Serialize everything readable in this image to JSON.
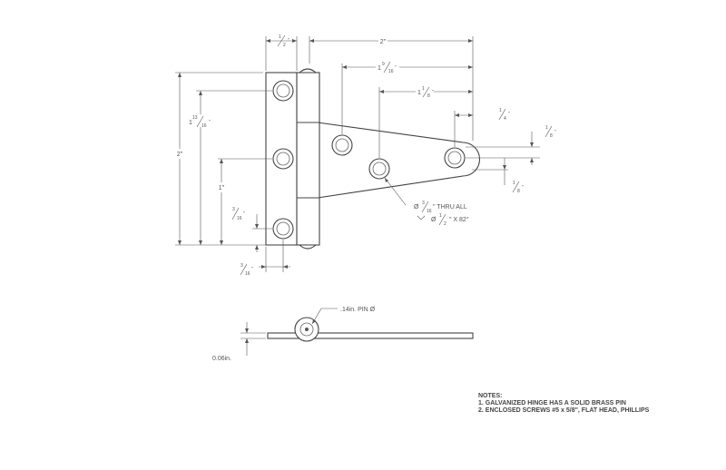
{
  "dimensions": {
    "top_half": {
      "whole": "",
      "num": "1",
      "den": "2",
      "suffix": "\""
    },
    "top_two": "2\"",
    "one_nine_sixteen": {
      "whole": "1",
      "num": "9",
      "den": "16",
      "suffix": "\""
    },
    "one_one_eighth": {
      "whole": "1",
      "num": "1",
      "den": "8",
      "suffix": "\""
    },
    "quarter": {
      "whole": "",
      "num": "1",
      "den": "4",
      "suffix": "\""
    },
    "eighth_right": {
      "whole": "",
      "num": "1",
      "den": "8",
      "suffix": "\""
    },
    "eighth_below": {
      "whole": "",
      "num": "1",
      "den": "8",
      "suffix": "\""
    },
    "left_two": "2\"",
    "one_thirteen_sixteen": {
      "whole": "1",
      "num": "13",
      "den": "16",
      "suffix": "\""
    },
    "left_one": "1\"",
    "three_sixteenths_left": {
      "whole": "",
      "num": "3",
      "den": "16",
      "suffix": "\""
    },
    "three_sixteenths_bottom": {
      "whole": "",
      "num": "3",
      "den": "16",
      "suffix": "\""
    }
  },
  "hole_callout": {
    "line1_prefix": "Ø",
    "line1_frac": {
      "num": "3",
      "den": "16"
    },
    "line1_suffix": "\" THRU ALL",
    "line2_prefix": "Ø",
    "line2_frac": {
      "num": "1",
      "den": "2"
    },
    "line2_suffix": "\" X 82°"
  },
  "pin_label": ".14in. PIN Ø",
  "thickness_label": "0.06in.",
  "notes": {
    "heading": "NOTES:",
    "items": [
      "1.  GALVANIZED HINGE HAS A SOLID BRASS PIN",
      "2.  ENCLOSED SCREWS #5 x 5/8\", FLAT HEAD, PHILLIPS"
    ]
  }
}
